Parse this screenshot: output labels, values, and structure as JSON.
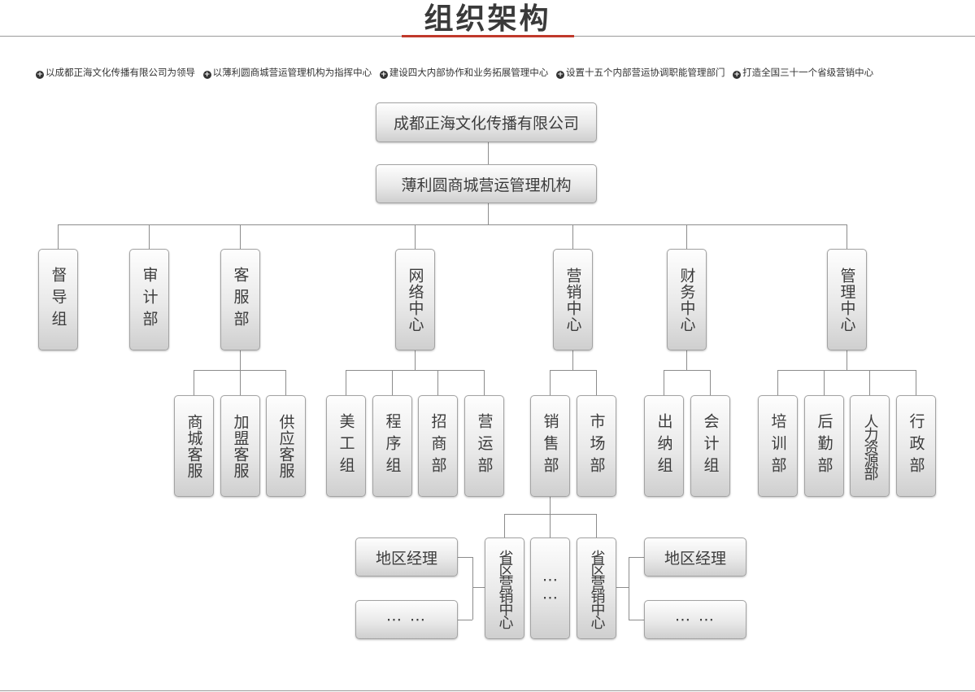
{
  "header": {
    "title": "组织架构"
  },
  "intro": [
    "以成都正海文化传播有限公司为领导",
    "以薄利圆商城营运管理机构为指挥中心",
    "建设四大内部协作和业务拓展管理中心",
    "设置十五个内部营运协调职能管理部门",
    "打造全国三十一个省级营销中心"
  ],
  "org": {
    "root": "成都正海文化传播有限公司",
    "hq": "薄利圆商城营运管理机构",
    "level1": [
      "督导组",
      "审计部",
      "客服部",
      "网络中心",
      "营销中心",
      "财务中心",
      "管理中心"
    ],
    "kefu": [
      "商城客服",
      "加盟客服",
      "供应客服"
    ],
    "network": [
      "美工组",
      "程序组",
      "招商部",
      "营运部"
    ],
    "marketing": [
      "销售部",
      "市场部"
    ],
    "finance": [
      "出纳组",
      "会计组"
    ],
    "management": [
      "培训部",
      "后勤部",
      "人力资源部",
      "行政部"
    ],
    "provincial": [
      "省区营销中心",
      "⋯⋯",
      "省区营销中心"
    ],
    "regional_left": [
      "地区经理",
      "⋯ ⋯"
    ],
    "regional_right": [
      "地区经理",
      "⋯ ⋯"
    ]
  }
}
